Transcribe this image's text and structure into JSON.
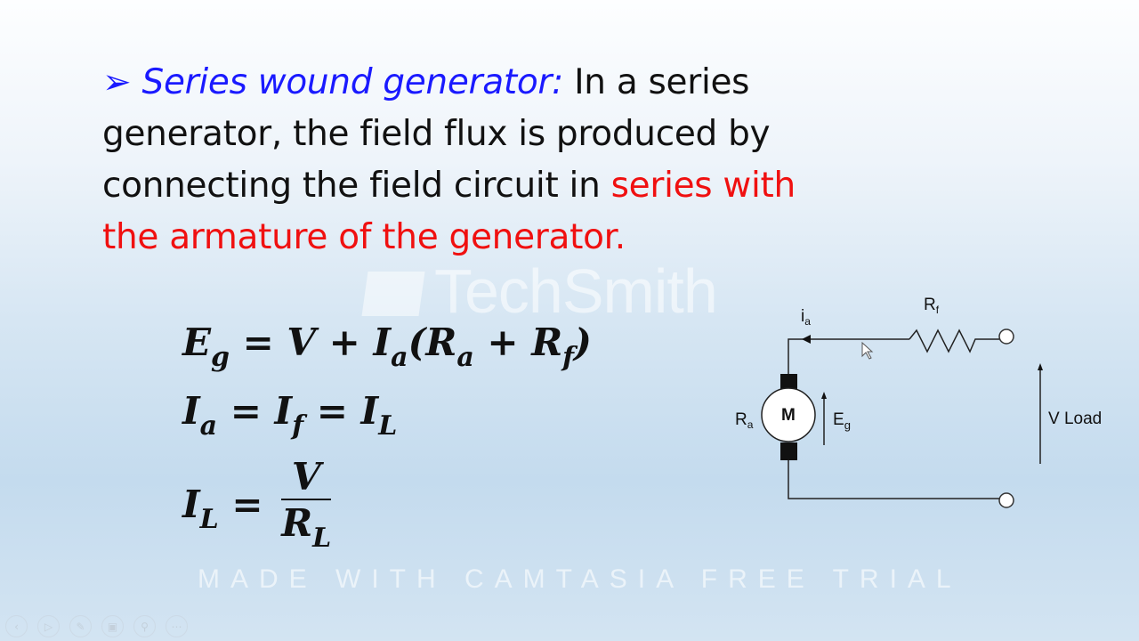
{
  "slide": {
    "bullet": "➢",
    "heading": "Series wound generator:",
    "text_black": " In a series generator, the field flux is produced by connecting the field circuit in ",
    "text_red": "series with the armature of the generator."
  },
  "equations": {
    "eq1": {
      "E": "E",
      "g": "g",
      "rest1": " = V + I",
      "a": "a",
      "rest2": "(R",
      "a2": "a",
      "rest3": " + R",
      "f": "f",
      "rest4": ")"
    },
    "eq2": {
      "I1": "I",
      "a": "a",
      "eq1": " = I",
      "f": "f",
      "eq2": " = I",
      "L": "L"
    },
    "eq3": {
      "I": "I",
      "L": "L",
      "eq": " = ",
      "num": "V",
      "den": "R",
      "denL": "L"
    }
  },
  "circuit": {
    "ia": "i",
    "ia_sub": "a",
    "rf": "R",
    "rf_sub": "f",
    "ra": "R",
    "ra_sub": "a",
    "motor": "M",
    "eg": "E",
    "eg_sub": "g",
    "vload": "V Load"
  },
  "watermark": {
    "brand": "TechSmith",
    "trial": "MADE WITH CAMTASIA FREE TRIAL"
  },
  "toolbar": {
    "icons": [
      "back-icon",
      "play-icon",
      "pen-icon",
      "slide-icon",
      "zoom-icon",
      "more-icon"
    ]
  }
}
